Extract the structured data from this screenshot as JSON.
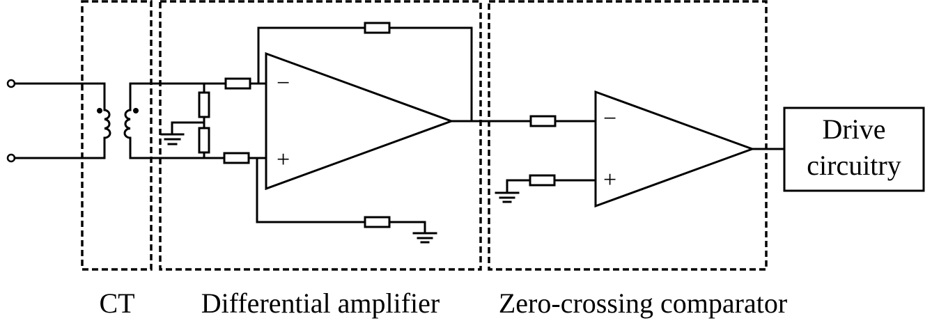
{
  "diagram": {
    "type": "circuit-block-diagram",
    "blocks": {
      "ct": {
        "label": "CT"
      },
      "differential_amplifier": {
        "label": "Differential amplifier"
      },
      "comparator": {
        "label": "Zero-crossing comparator"
      },
      "drive": {
        "line1": "Drive",
        "line2": "circuitry"
      }
    },
    "opamp_signs": {
      "inverting": "−",
      "non_inverting": "+"
    },
    "colors": {
      "stroke": "#000000",
      "background": "#ffffff"
    }
  }
}
